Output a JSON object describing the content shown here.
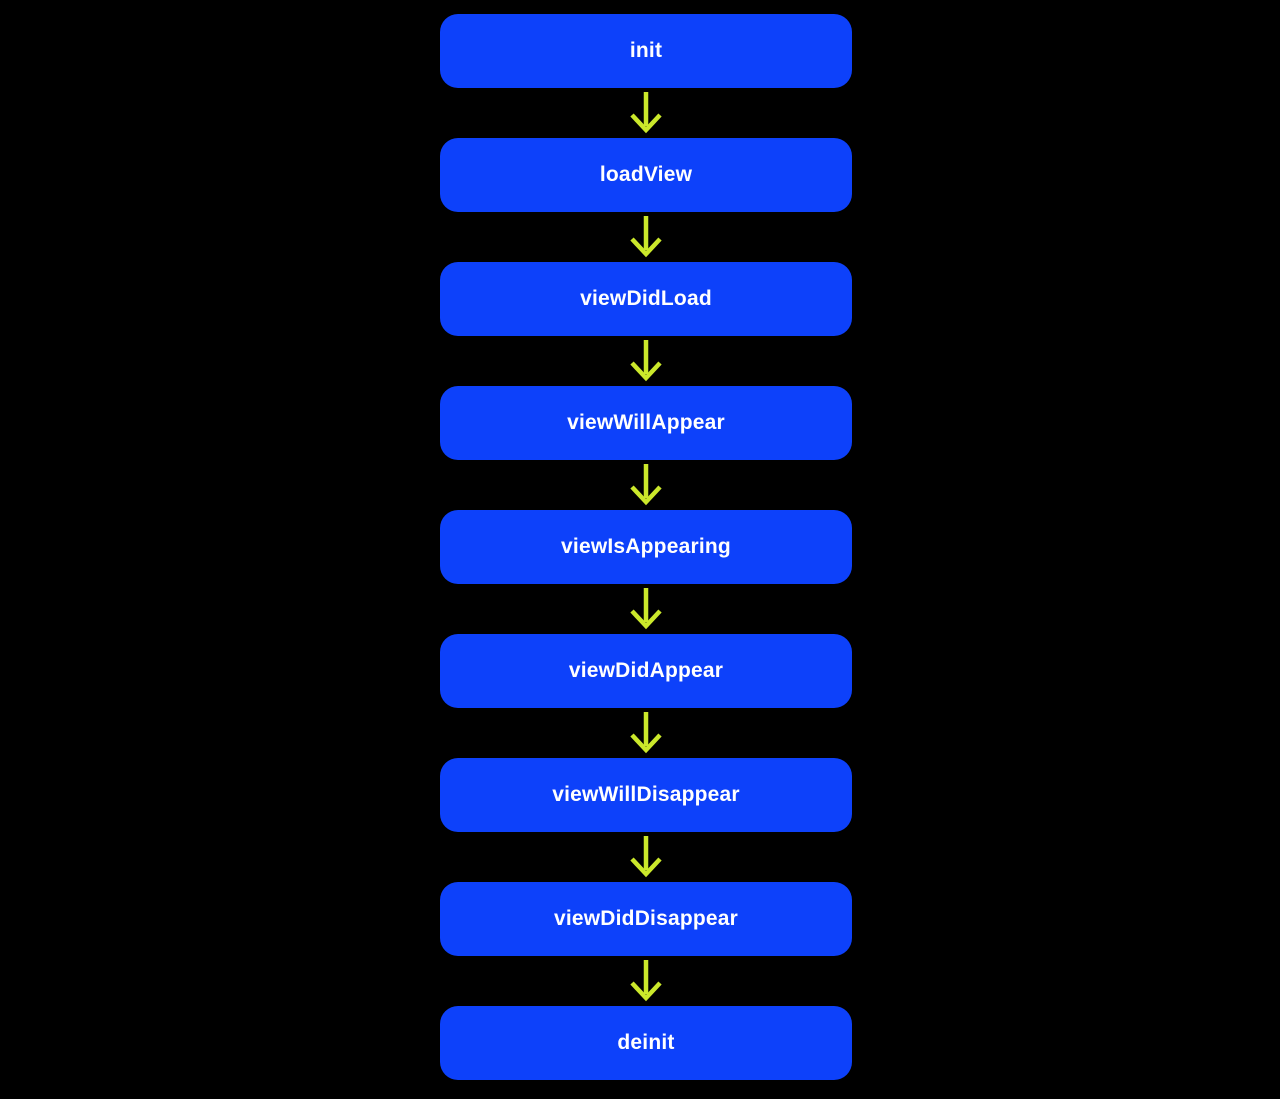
{
  "colors": {
    "background": "#000000",
    "node_fill": "#0D41FA",
    "node_text": "#FFFFFF",
    "arrow": "#CBE82B"
  },
  "flow": {
    "nodes": [
      {
        "label": "init"
      },
      {
        "label": "loadView"
      },
      {
        "label": "viewDidLoad"
      },
      {
        "label": "viewWillAppear"
      },
      {
        "label": "viewIsAppearing"
      },
      {
        "label": "viewDidAppear"
      },
      {
        "label": "viewWillDisappear"
      },
      {
        "label": "viewDidDisappear"
      },
      {
        "label": "deinit"
      }
    ]
  }
}
